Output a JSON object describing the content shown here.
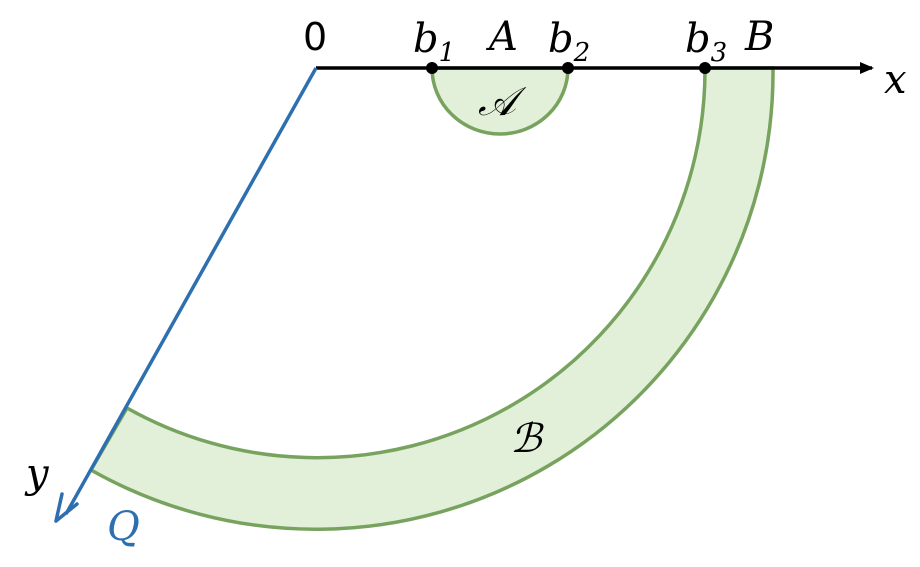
{
  "labels": {
    "origin": "0",
    "b1_base": "b",
    "b1_sub": "1",
    "A": "A",
    "b2_base": "b",
    "b2_sub": "2",
    "b3_base": "b",
    "b3_sub": "3",
    "B": "B",
    "x_axis": "x",
    "y_axis": "y",
    "Q": "Q",
    "region_A": "𝒜",
    "region_B": "ℬ"
  },
  "colors": {
    "region_fill": "#e2efd9",
    "region_stroke": "#77a35e",
    "axis": "#000000",
    "ray": "#2e6fb0"
  }
}
